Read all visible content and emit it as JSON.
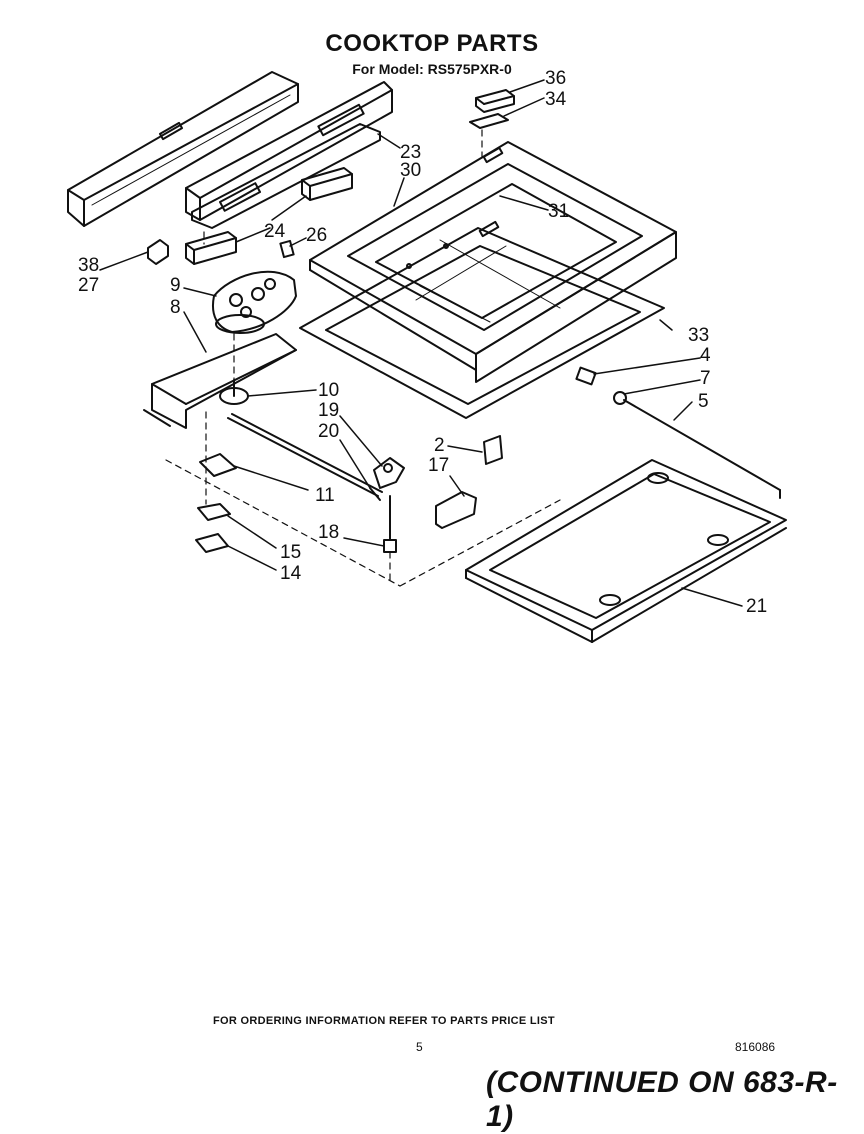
{
  "header": {
    "title": "COOKTOP PARTS",
    "subtitle": "For Model: RS575PXR-0"
  },
  "callouts": {
    "c36": "36",
    "c34": "34",
    "c23": "23",
    "c30": "30",
    "c31": "31",
    "c24": "24",
    "c26": "26",
    "c38": "38",
    "c27": "27",
    "c9": "9",
    "c8": "8",
    "c33": "33",
    "c4": "4",
    "c7": "7",
    "c5": "5",
    "c10": "10",
    "c19": "19",
    "c20": "20",
    "c2": "2",
    "c17": "17",
    "c11": "11",
    "c18": "18",
    "c15": "15",
    "c14": "14",
    "c21": "21"
  },
  "footer": {
    "ordering_note": "FOR ORDERING INFORMATION REFER TO PARTS PRICE LIST",
    "page_number": "5",
    "drawing_number": "816086",
    "continued": "(CONTINUED ON 683-R-1)"
  },
  "colors": {
    "ink": "#111111",
    "paper": "#ffffff"
  }
}
